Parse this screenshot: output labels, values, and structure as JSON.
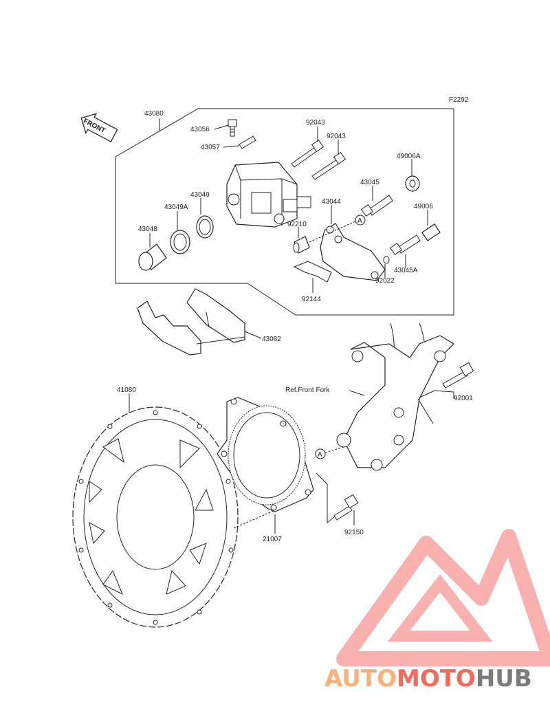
{
  "diagram_code": "F2292",
  "front_label": "FRONT",
  "ref_label": "Ref.Front Fork",
  "callout_a": "A",
  "parts": {
    "p43080": "43080",
    "p43056": "43056",
    "p43057": "43057",
    "p92043a": "92043",
    "p92043b": "92043",
    "p49006a": "49006A",
    "p43045": "43045",
    "p43044": "43044",
    "p49006": "49006",
    "p43049": "43049",
    "p43049a": "43049A",
    "p43048": "43048",
    "p92210": "92210",
    "p43045a": "43045A",
    "p92022": "92022",
    "p92144": "92144",
    "p43082": "43082",
    "p41080": "41080",
    "p21007": "21007",
    "p92150": "92150",
    "p92001": "92001"
  },
  "watermark": {
    "auto": "AUTO",
    "moto": "MOTO",
    "hub": "HUB"
  }
}
